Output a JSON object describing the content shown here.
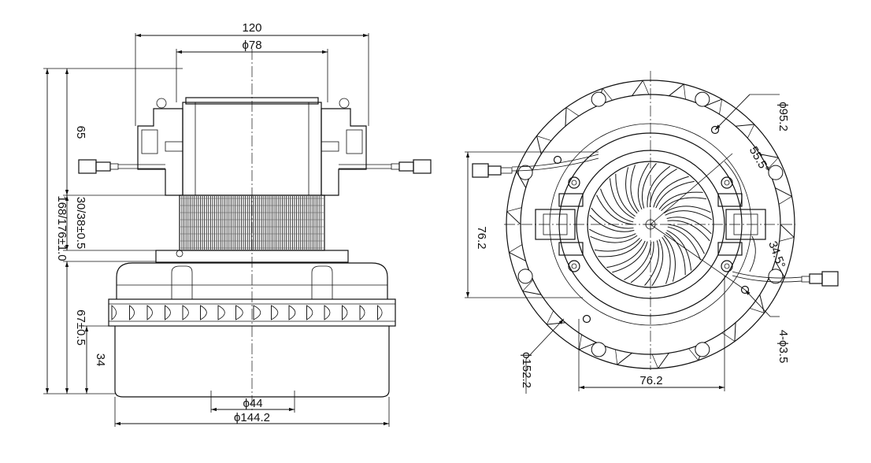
{
  "side_view": {
    "dimensions": {
      "overall_width": "120",
      "top_diameter": "ϕ78",
      "top_height": "65",
      "overall_height": "168/176±1.0",
      "stack_height": "30/38±0.5",
      "fan_height": "67±0.5",
      "base_height": "34",
      "outlet_diameter": "ϕ44",
      "base_diameter": "ϕ144.2"
    }
  },
  "bottom_view": {
    "dimensions": {
      "bolt_circle": "ϕ95.2",
      "angle_upper": "55.5°",
      "angle_lower": "34.5°",
      "vertical_spacing": "76.2",
      "horizontal_spacing": "76.2",
      "outer_diameter": "ϕ152.2",
      "holes": "4-ϕ3.5"
    }
  }
}
